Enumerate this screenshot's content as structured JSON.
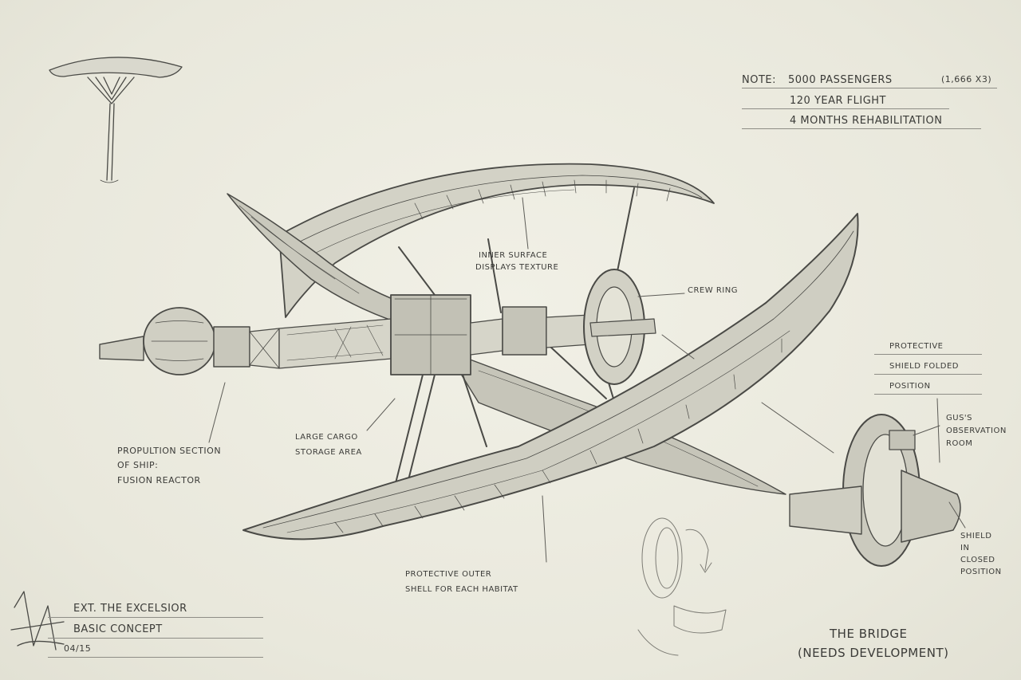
{
  "notes": {
    "note_label": "NOTE:",
    "passengers": "5000 PASSENGERS",
    "passengers_calc": "(1,666 X3)",
    "flight": "120 YEAR FLIGHT",
    "rehab": "4 MONTHS REHABILITATION"
  },
  "labels": {
    "inner_surface_1": "INNER SURFACE",
    "inner_surface_2": "DISPLAYS TEXTURE",
    "crew_ring": "CREW RING",
    "propulsion_1": "PROPULTION SECTION",
    "propulsion_2": "OF SHIP:",
    "propulsion_3": "FUSION REACTOR",
    "cargo_1": "LARGE CARGO",
    "cargo_2": "STORAGE AREA",
    "outer_shell_1": "PROTECTIVE OUTER",
    "outer_shell_2": "SHELL FOR EACH HABITAT",
    "shield_folded_1": "PROTECTIVE",
    "shield_folded_2": "SHIELD FOLDED",
    "shield_folded_3": "POSITION",
    "obs_1": "GUS'S",
    "obs_2": "OBSERVATION",
    "obs_3": "ROOM",
    "shield_closed_1": "SHIELD",
    "shield_closed_2": "IN",
    "shield_closed_3": "CLOSED",
    "shield_closed_4": "POSITION",
    "bridge_1": "THE BRIDGE",
    "bridge_2": "(NEEDS DEVELOPMENT)"
  },
  "title_block": {
    "title": "EXT. THE EXCELSIOR",
    "subtitle": "BASIC CONCEPT",
    "date": "04/15"
  },
  "colors": {
    "paper": "#ecebdf",
    "graphite": "#4a4a46",
    "graphite_light": "#8e8d86"
  }
}
